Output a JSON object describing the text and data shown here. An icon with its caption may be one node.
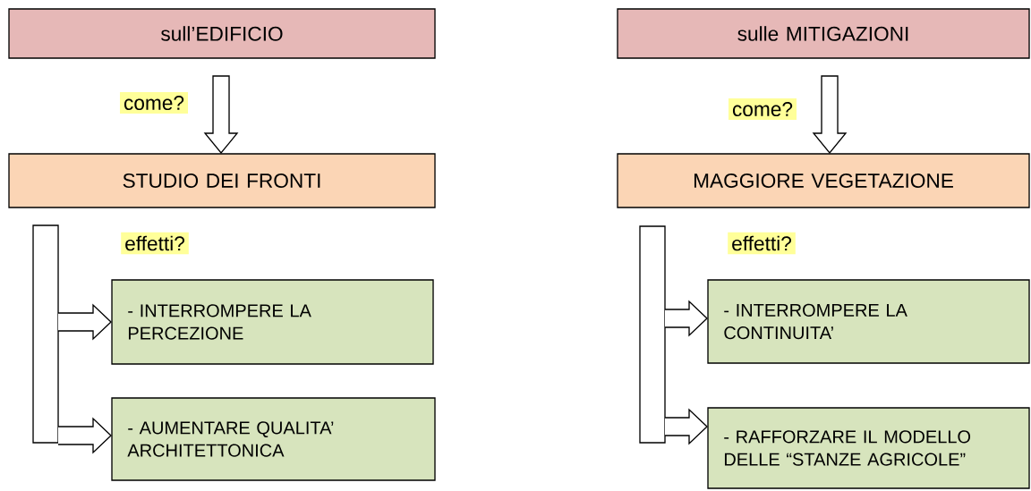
{
  "diagram": {
    "nodes": [
      {
        "text": [
          "sull’EDIFICIO"
        ]
      },
      {
        "text": [
          "STUDIO DEI FRONTI"
        ]
      },
      {
        "text": [],
        "shape": "bar"
      },
      {
        "text": [
          "- INTERROMPERE LA PERCEZIONE"
        ]
      },
      {
        "text": [
          "- AUMENTARE QUALITA’ ARCHITETTONICA"
        ]
      },
      {
        "text": [
          "sulle MITIGAZIONI"
        ]
      },
      {
        "text": [
          "MAGGIORE VEGETAZIONE"
        ]
      },
      {
        "text": [],
        "shape": "bar"
      },
      {
        "text": [
          "- INTERROMPERE LA CONTINUITA’"
        ]
      },
      {
        "text": [
          "- RAFFORZARE IL MODELLO DELLE “STANZE AGRICOLE”"
        ]
      }
    ],
    "edges": [
      {
        "from": 0,
        "to": 1,
        "arrow": "to",
        "label": "come?"
      },
      {
        "from": 2,
        "to": 3,
        "arrow": "to"
      },
      {
        "from": 2,
        "to": 4,
        "arrow": "to"
      },
      {
        "from": 5,
        "to": 6,
        "arrow": "to",
        "label": "come?"
      },
      {
        "from": 7,
        "to": 8,
        "arrow": "to"
      },
      {
        "from": 7,
        "to": 9,
        "arrow": "to"
      }
    ],
    "labels": [
      "effetti?",
      "effetti?"
    ]
  }
}
